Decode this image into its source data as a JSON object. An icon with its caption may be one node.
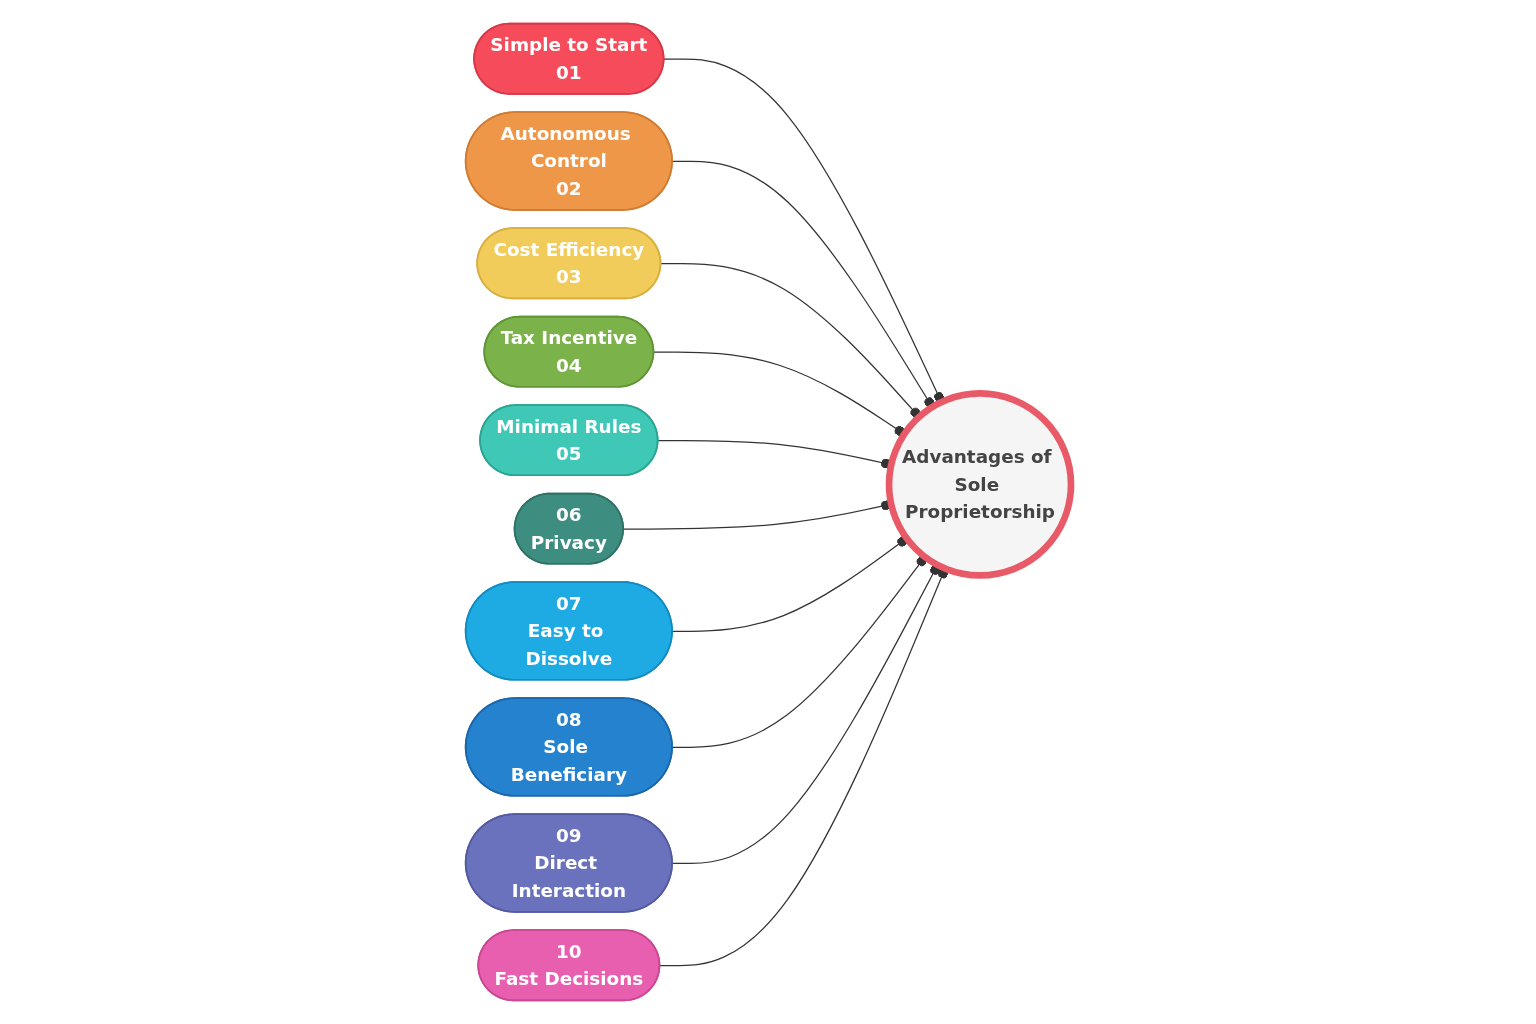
{
  "diagram": {
    "nodes": [
      {
        "text": [
          "Advantages of Sole Proprietorship"
        ]
      },
      {
        "text": [
          "Simple to Start",
          "01"
        ]
      },
      {
        "text": [
          "Autonomous Control",
          "02"
        ]
      },
      {
        "text": [
          "Cost Efficiency",
          "03"
        ]
      },
      {
        "text": [
          "Tax Incentive",
          "04"
        ]
      },
      {
        "text": [
          "Minimal Rules",
          "05"
        ]
      },
      {
        "text": [
          "06",
          "Privacy"
        ]
      },
      {
        "text": [
          "07",
          "Easy to Dissolve"
        ]
      },
      {
        "text": [
          "08",
          "Sole Beneficiary"
        ]
      },
      {
        "text": [
          "09",
          "Direct Interaction"
        ]
      },
      {
        "text": [
          "10",
          "Fast Decisions"
        ]
      }
    ],
    "edges": [
      {
        "from": 1,
        "to": 0,
        "arrow": "other"
      },
      {
        "from": 2,
        "to": 0,
        "arrow": "other"
      },
      {
        "from": 3,
        "to": 0,
        "arrow": "other"
      },
      {
        "from": 4,
        "to": 0,
        "arrow": "other"
      },
      {
        "from": 5,
        "to": 0,
        "arrow": "other"
      },
      {
        "from": 6,
        "to": 0,
        "arrow": "other"
      },
      {
        "from": 7,
        "to": 0,
        "arrow": "other"
      },
      {
        "from": 8,
        "to": 0,
        "arrow": "other"
      },
      {
        "from": 9,
        "to": 0,
        "arrow": "other"
      },
      {
        "from": 10,
        "to": 0,
        "arrow": "other"
      }
    ]
  }
}
